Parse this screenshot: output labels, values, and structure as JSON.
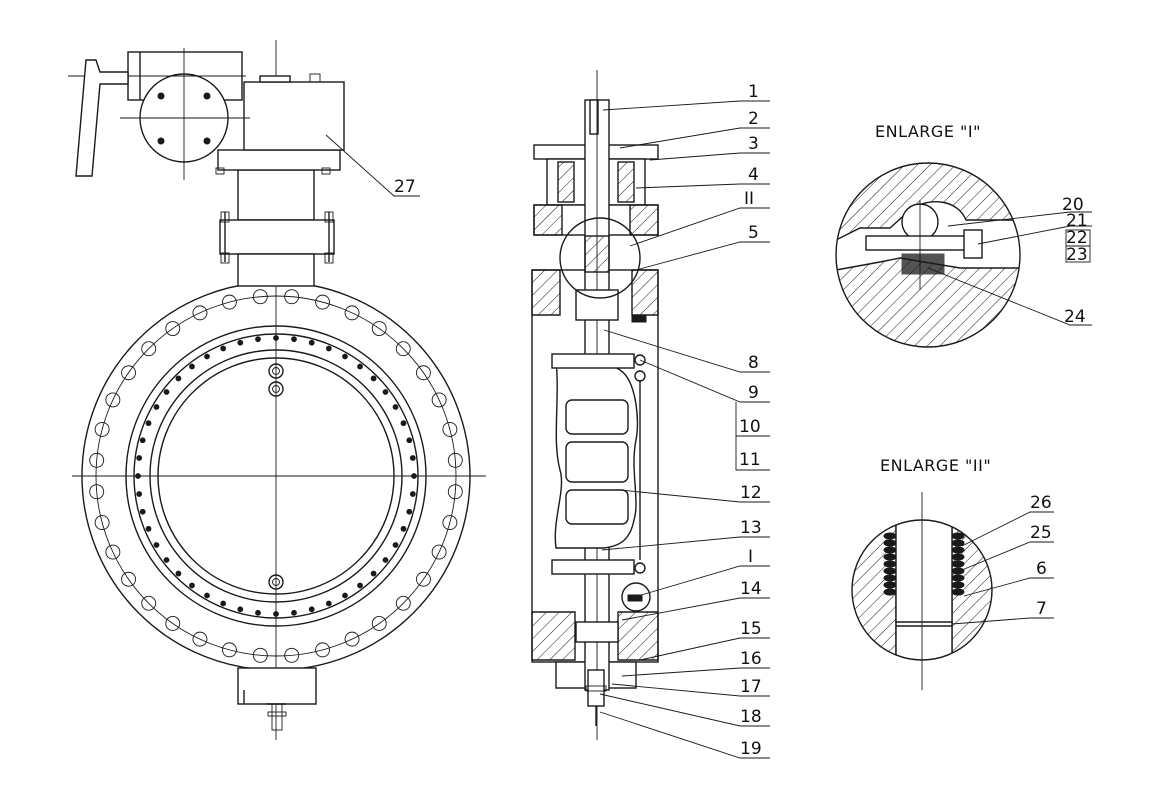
{
  "drawing": {
    "enlarge_1_title": "ENLARGE \"I\"",
    "enlarge_2_title": "ENLARGE \"II\"",
    "section_callouts": [
      "1",
      "2",
      "3",
      "4",
      "II",
      "5",
      "8",
      "9",
      "10",
      "11",
      "12",
      "13",
      "I",
      "14",
      "15",
      "16",
      "17",
      "18",
      "19"
    ],
    "front_callouts": [
      "27"
    ],
    "enlarge_1_callouts": [
      "20",
      "21",
      "22",
      "23",
      "24"
    ],
    "enlarge_2_callouts": [
      "26",
      "25",
      "6",
      "7"
    ]
  }
}
